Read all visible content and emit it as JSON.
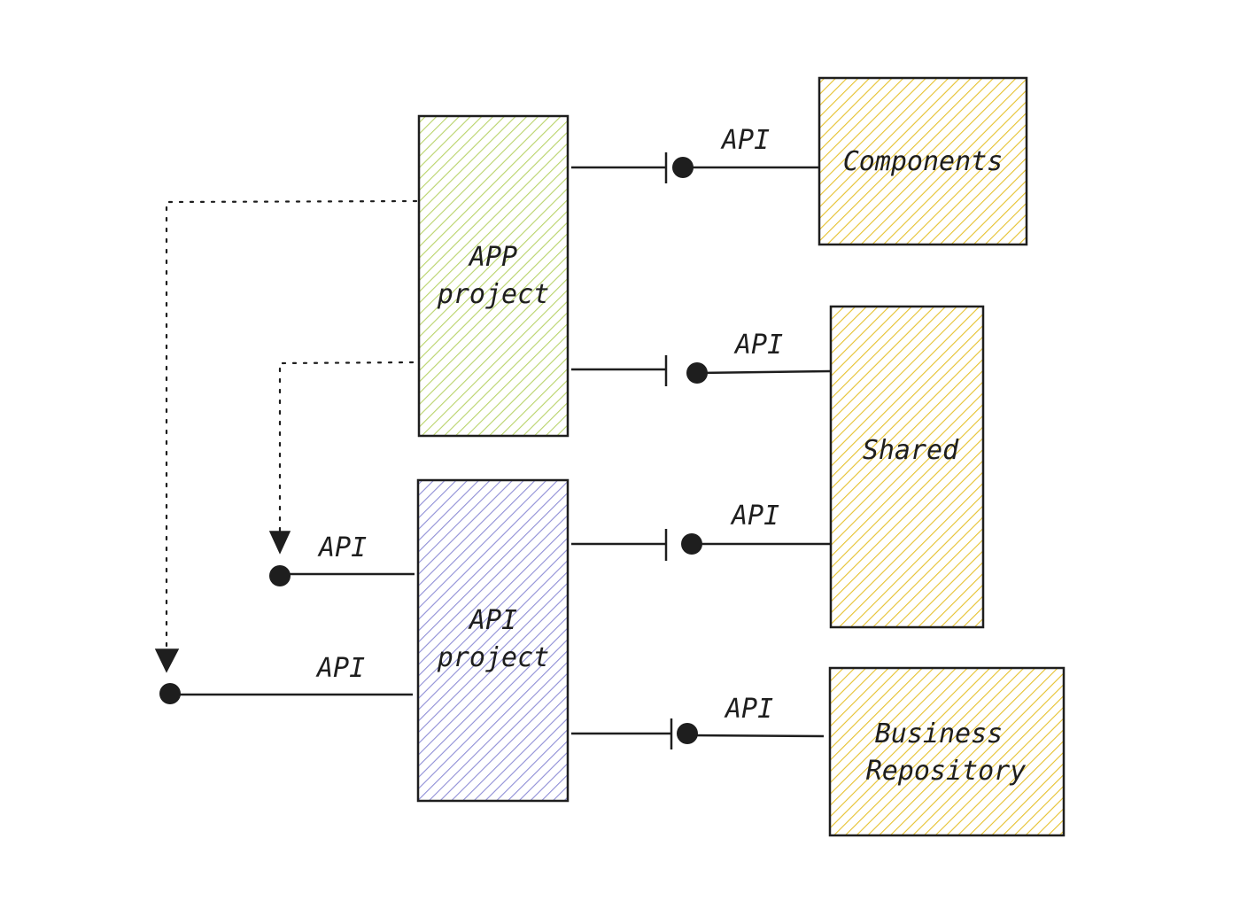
{
  "colors": {
    "app_project": "#b9d36a",
    "api_project": "#8f8ed6",
    "library": "#e6c12e",
    "ink": "#1e1e1e"
  },
  "boxes": {
    "app_project": {
      "line1": "APP",
      "line2": "project"
    },
    "api_project": {
      "line1": "API",
      "line2": "project"
    },
    "components": {
      "line1": "Components"
    },
    "shared": {
      "line1": "Shared"
    },
    "business_repository": {
      "line1": "Business",
      "line2": "Repository"
    }
  },
  "interfaces": {
    "components_api": "API",
    "shared_api_top": "API",
    "shared_api_bottom": "API",
    "business_api": "API",
    "api_project_inner": "API",
    "api_project_outer": "API"
  }
}
